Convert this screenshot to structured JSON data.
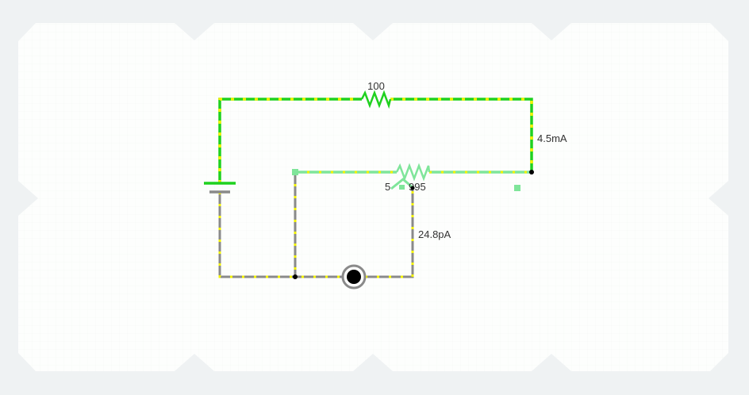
{
  "canvas": {
    "background": "#eff2f3",
    "panel_color": "#fdfefd"
  },
  "colors": {
    "live_wire": "#1fd11f",
    "selected_wire": "#7fe59a",
    "idle_wire": "#8a8a8a",
    "current_dots": "#f2f200",
    "node": "#000000",
    "label": "#333333"
  },
  "components": {
    "top_resistor": {
      "value_label": "100",
      "icon": "resistor-zigzag-icon"
    },
    "potentiometer": {
      "value_left": "5",
      "value_right": "995",
      "icon": "potentiometer-icon"
    },
    "battery": {
      "icon": "battery-icon"
    },
    "switch": {
      "icon": "switch-button-icon"
    }
  },
  "readouts": {
    "right_branch_current": "4.5mA",
    "wiper_branch_current": "24.8pA"
  }
}
